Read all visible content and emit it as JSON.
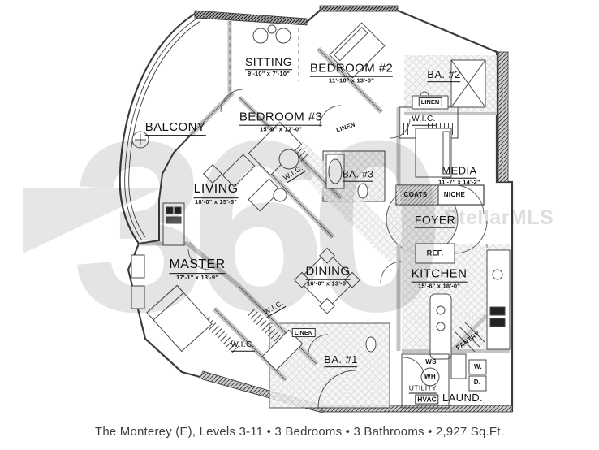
{
  "watermark": {
    "number": "360",
    "brand": "StellarMLS"
  },
  "caption": "The Monterey (E), Levels 3-11 • 3 Bedrooms • 3 Bathrooms • 2,927 Sq.Ft.",
  "rooms": {
    "sitting": {
      "name": "SITTING",
      "dims": "9'-10\" x 7'-10\""
    },
    "bedroom2": {
      "name": "BEDROOM #2",
      "dims": "11'-10\" x 13'-0\""
    },
    "bedroom3": {
      "name": "BEDROOM #3",
      "dims": "15'-0\" x 12'-0\""
    },
    "balcony": {
      "name": "BALCONY"
    },
    "living": {
      "name": "LIVING",
      "dims": "18'-0\" x 15'-5\""
    },
    "media": {
      "name": "MEDIA",
      "dims": "11'-7\" x 14'-2\""
    },
    "master": {
      "name": "MASTER",
      "dims": "17'-1\" x 13'-9\""
    },
    "dining": {
      "name": "DINING",
      "dims": "16'-0\" x 13'-0\""
    },
    "kitchen": {
      "name": "KITCHEN",
      "dims": "15'-6\" x 18'-0\""
    },
    "foyer": {
      "name": "FOYER"
    },
    "ba1": {
      "name": "BA. #1"
    },
    "ba2": {
      "name": "BA. #2"
    },
    "ba3": {
      "name": "BA. #3"
    },
    "laund": {
      "name": "LAUND."
    },
    "utility": {
      "name": "UTILITY"
    }
  },
  "small_labels": {
    "wic": "W.I.C.",
    "linen": "LINEN",
    "coats": "COATS",
    "niche": "NICHE",
    "ref": "REF.",
    "pantry": "PANTRY",
    "ws": "WS",
    "wh": "WH",
    "hvac": "HVAC",
    "w": "W.",
    "d": "D."
  }
}
